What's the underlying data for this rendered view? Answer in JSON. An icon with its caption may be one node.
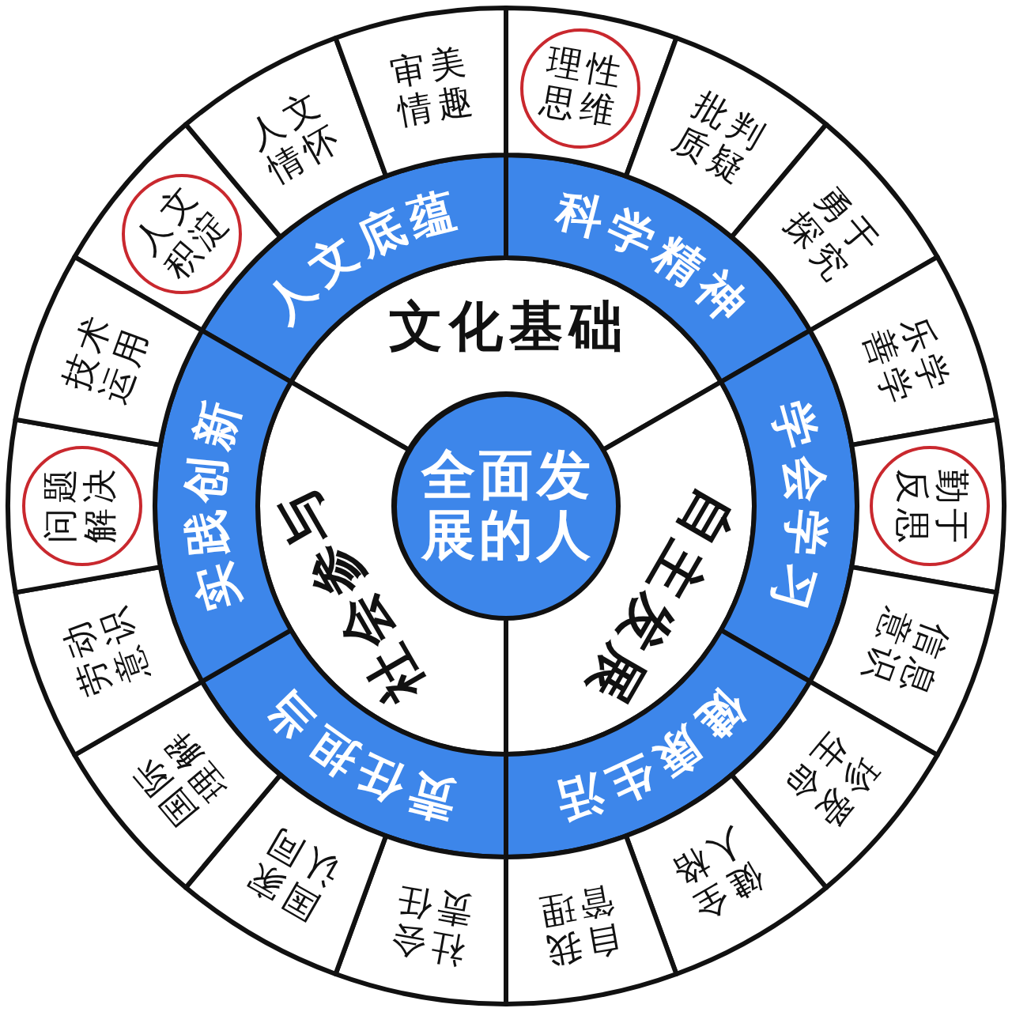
{
  "diagram": {
    "nodes": [
      {
        "text": [
          "全面发展的人"
        ]
      },
      {
        "text": [
          "文化基础"
        ]
      },
      {
        "text": [
          "自主发展"
        ]
      },
      {
        "text": [
          "社会参与"
        ]
      },
      {
        "text": [
          "人文底蕴"
        ]
      },
      {
        "text": [
          "科学精神"
        ]
      },
      {
        "text": [
          "学会学习"
        ]
      },
      {
        "text": [
          "健康生活"
        ]
      },
      {
        "text": [
          "责任担当"
        ]
      },
      {
        "text": [
          "实践创新"
        ]
      },
      {
        "text": [
          "人文积淀"
        ]
      },
      {
        "text": [
          "人文情怀"
        ]
      },
      {
        "text": [
          "审美情趣"
        ]
      },
      {
        "text": [
          "理性思维"
        ]
      },
      {
        "text": [
          "批判质疑"
        ]
      },
      {
        "text": [
          "勇于探究"
        ]
      },
      {
        "text": [
          "乐学善学"
        ]
      },
      {
        "text": [
          "勤于反思"
        ]
      },
      {
        "text": [
          "信息意识"
        ]
      },
      {
        "text": [
          "珍爱生命"
        ]
      },
      {
        "text": [
          "健全人格"
        ]
      },
      {
        "text": [
          "自我管理"
        ]
      },
      {
        "text": [
          "社会责任"
        ]
      },
      {
        "text": [
          "国家认同"
        ]
      },
      {
        "text": [
          "国际理解"
        ]
      },
      {
        "text": [
          "劳动意识"
        ]
      },
      {
        "text": [
          "问题解决"
        ]
      },
      {
        "text": [
          "技术运用"
        ]
      }
    ]
  }
}
